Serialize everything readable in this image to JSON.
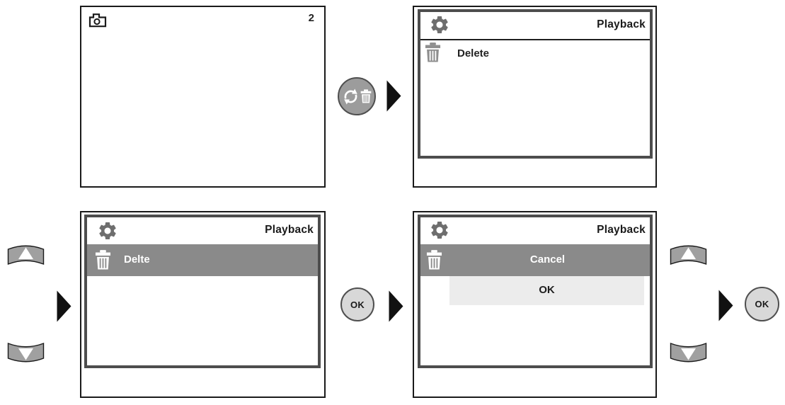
{
  "screen_capture": {
    "photo_count": "2"
  },
  "screen_menu": {
    "title": "Playback",
    "item_delete": "Delete"
  },
  "screen_menu_selected": {
    "title": "Playback",
    "item_delete": "Delte"
  },
  "screen_confirm": {
    "title": "Playback",
    "option_cancel": "Cancel",
    "option_ok": "OK"
  },
  "controls": {
    "ok_button": "OK"
  },
  "icons": {
    "capture_screen": "camera-icon",
    "menu_header": "gear-icon",
    "delete_item": "trash-icon",
    "mode_button": "rotate-trash-icon",
    "navigation": "up-arrow-button / down-arrow-button",
    "flow": "right-arrow-icon"
  },
  "colors": {
    "highlight_row": "#8a8a8a",
    "ok_row": "#ececec",
    "inner_frame": "#4d4d4d",
    "pad_button": "#a0a0a0",
    "mode_button": "#9c9c9c",
    "ok_button_fill": "#d8d8d8",
    "gear": "#6e6e6e",
    "trash": "#8e8e8e"
  }
}
